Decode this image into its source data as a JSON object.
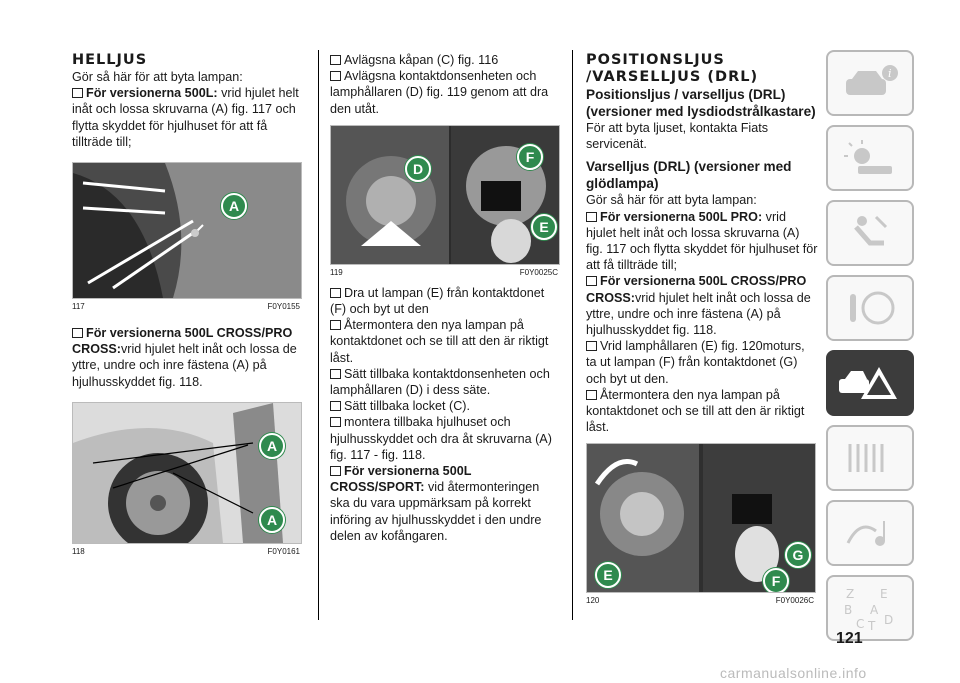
{
  "col1": {
    "heading": "HELLJUS",
    "intro": "Gör så här för att byta lampan:",
    "item1_bold": "För versionerna 500L:",
    "item1_rest": " vrid hjulet helt inåt och lossa skruvarna (A) fig. 117 och flytta skyddet för hjulhuset för att få tillträde till;",
    "fig117": {
      "num": "117",
      "code": "F0Y0155",
      "labels": [
        "A"
      ]
    },
    "item2_bold": "För versionerna 500L CROSS/PRO CROSS:",
    "item2_rest": "vrid hjulet helt inåt och lossa de yttre, undre och inre fästena (A) på hjulhusskyddet fig. 118.",
    "fig118": {
      "num": "118",
      "code": "F0Y0161",
      "labels": [
        "A",
        "A"
      ]
    }
  },
  "col2": {
    "items_top": [
      "Avlägsna kåpan (C) fig. 116",
      "Avlägsna kontaktdonsenheten och lamphållaren (D) fig. 119 genom att dra den utåt."
    ],
    "fig119": {
      "num": "119",
      "code": "F0Y0025C",
      "labels": [
        "D",
        "F",
        "E"
      ]
    },
    "items_mid": [
      "Dra ut lampan (E) från kontaktdonet (F) och byt ut den",
      "Återmontera den nya lampan på kontaktdonet och se till att den är riktigt låst.",
      "Sätt tillbaka kontaktdonsenheten och lamphållaren (D) i dess säte.",
      "Sätt tillbaka locket (C).",
      "montera tillbaka hjulhuset och hjulhusskyddet och dra åt skruvarna (A) fig. 117 - fig. 118."
    ],
    "item_last_bold": "För versionerna 500L CROSS/SPORT:",
    "item_last_rest": " vid återmonteringen ska du vara uppmärksam på korrekt införing av hjulhusskyddet i den undre delen av kofångaren."
  },
  "col3": {
    "heading_line1": "POSITIONSLJUS",
    "heading_line2": "/VARSELLJUS (DRL)",
    "sub1": "Positionsljus / varselljus (DRL) (versioner med lysdiodstrålkastare)",
    "sub1_text": "För att byta ljuset, kontakta Fiats servicenät.",
    "sub2": "Varselljus (DRL) (versioner med glödlampa)",
    "sub2_intro": "Gör så här för att byta lampan:",
    "item1_bold": "För versionerna 500L PRO:",
    "item1_rest": " vrid hjulet helt inåt och lossa skruvarna (A) fig. 117 och flytta skyddet för hjulhuset för att få tillträde till;",
    "item2_bold": "För versionerna 500L CROSS/PRO CROSS:",
    "item2_rest": "vrid hjulet helt inåt och lossa de yttre, undre och inre fästena (A) på hjulhusskyddet fig. 118.",
    "items": [
      "Vrid lamphållaren (E) fig. 120moturs, ta ut lampan (F) från kontaktdonet (G) och byt ut den.",
      "Återmontera den nya lampan på kontaktdonet och se till att den är riktigt låst."
    ],
    "fig120": {
      "num": "120",
      "code": "F0Y0026C",
      "labels": [
        "G",
        "E",
        "F"
      ]
    }
  },
  "tabs": [
    "car-info-icon",
    "warning-light-icon",
    "airbag-seat-icon",
    "steering-key-icon",
    "breakdown-warning-icon",
    "service-tools-icon",
    "media-icon",
    "index-letters-icon"
  ],
  "tab_index_letters": [
    "Z",
    "E",
    "B",
    "A",
    "C",
    "D",
    "T"
  ],
  "page_number": "121",
  "watermark": "carmanualsonline.info"
}
